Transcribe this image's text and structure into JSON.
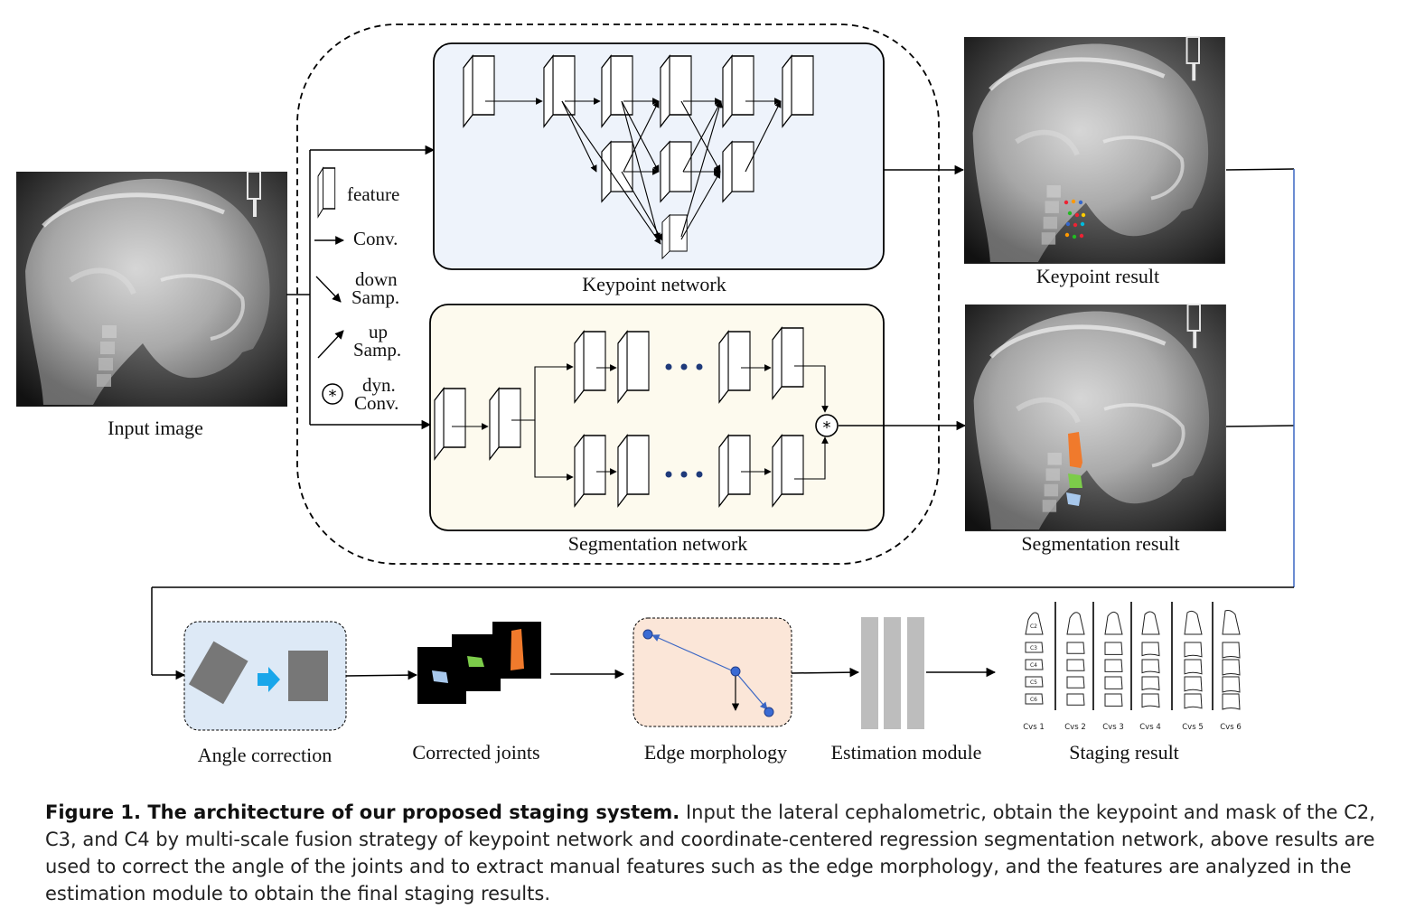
{
  "labels": {
    "input_image": "Input image",
    "keypoint_network": "Keypoint network",
    "segmentation_network": "Segmentation network",
    "keypoint_result": "Keypoint result",
    "segmentation_result": "Segmentation result",
    "angle_correction": "Angle correction",
    "corrected_joints": "Corrected joints",
    "edge_morphology": "Edge morphology",
    "estimation_module": "Estimation module",
    "staging_result": "Staging result"
  },
  "legend": {
    "feature": "feature",
    "conv": "Conv.",
    "down_1": "down",
    "down_2": "Samp.",
    "up_1": "up",
    "up_2": "Samp.",
    "dyn_1": "dyn.",
    "dyn_2": "Conv."
  },
  "stages": {
    "vertebra_labels": [
      "C2",
      "C3",
      "C4",
      "C5",
      "C6"
    ],
    "names": [
      "Cvs 1",
      "Cvs 2",
      "Cvs 3",
      "Cvs 4",
      "Cvs 5",
      "Cvs 6"
    ]
  },
  "caption": {
    "title": "Figure 1. The architecture of our proposed staging system.",
    "text": " Input the lateral cephalometric, obtain the keypoint and mask of the C2, C3, and C4 by multi-scale fusion strategy of keypoint network and coordinate-centered regression segmentation network, above results are used to correct the angle of the joints and to extract manual features such as the edge morphology, and the features are analyzed in the estimation module to obtain the final staging results."
  },
  "colors": {
    "keypoint_bg": "#eef3fb",
    "segmentation_bg": "#fdfaee",
    "angle_bg": "#dde9f6",
    "edge_bg": "#fbe6d8",
    "c2_mask": "#f07a2c",
    "c3_mask": "#7ccc4a",
    "c4_mask": "#a8c8ec",
    "arrow_blue": "#19a6ea",
    "estimation_bar": "#bdbdbd"
  }
}
